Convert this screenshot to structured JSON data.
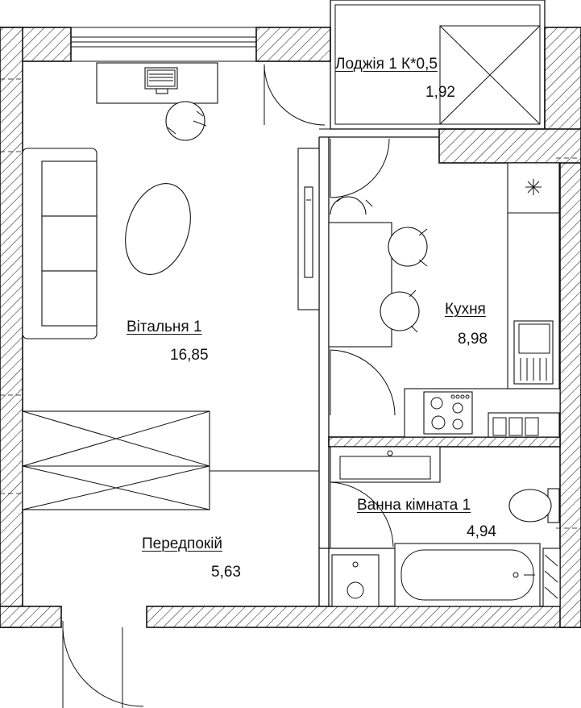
{
  "plan": {
    "rooms": [
      {
        "id": "living",
        "name": "Вітальня 1",
        "area": "16,85"
      },
      {
        "id": "kitchen",
        "name": "Кухня",
        "area": "8,98"
      },
      {
        "id": "loggia",
        "name": "Лоджія 1 К*0,5",
        "area": "1,92"
      },
      {
        "id": "bathroom",
        "name": "Ванна кімната 1",
        "area": "4,94"
      },
      {
        "id": "hallway",
        "name": "Передпокій",
        "area": "5,63"
      }
    ]
  }
}
